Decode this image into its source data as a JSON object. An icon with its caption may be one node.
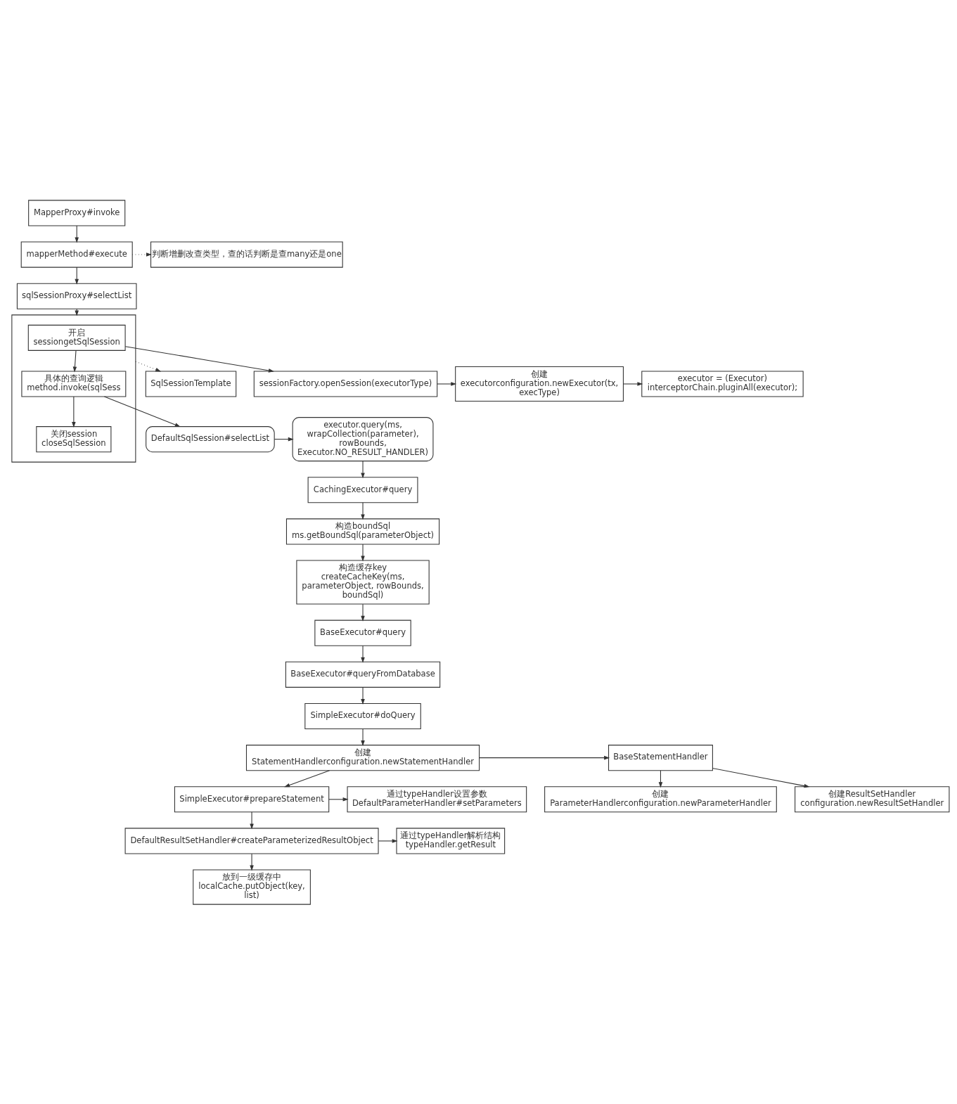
{
  "diagram": {
    "nodes": [
      {
        "text": [
          "MapperProxy#invoke"
        ]
      },
      {
        "text": [
          "mapperMethod#execute"
        ]
      },
      {
        "text": [
          "判断增删改查类型，查的话判断是查many还是one"
        ]
      },
      {
        "text": [
          "sqlSessionProxy#selectList"
        ]
      },
      {
        "text": [],
        "shape": "box"
      },
      {
        "text": [
          "开启",
          "sessiongetSqlSession"
        ],
        "in": 4
      },
      {
        "text": [
          "具体的查询逻辑",
          "method.invoke(sqlSess"
        ],
        "in": 4
      },
      {
        "text": [
          "关闭session",
          "closeSqlSession"
        ],
        "in": 4
      },
      {
        "text": [
          "SqlSessionTemplate"
        ]
      },
      {
        "text": [
          "sessionFactory.openSession(executorType)"
        ]
      },
      {
        "text": [
          "创建",
          "executorconfiguration.newExecutor(tx, execType)"
        ]
      },
      {
        "text": [
          "executor = (Executor) interceptorChain.pluginAll(executor);"
        ]
      },
      {
        "text": [
          "DefaultSqlSession#selectList"
        ]
      },
      {
        "text": [
          "executor.query(ms, wrapCollection(parameter), rowBounds, Executor.NO_RESULT_HANDLER)"
        ]
      },
      {
        "text": [
          "CachingExecutor#query"
        ]
      },
      {
        "text": [
          "构造boundSql",
          "ms.getBoundSql(parameterObject)"
        ]
      },
      {
        "text": [
          "构造缓存key",
          "createCacheKey(ms, parameterObject, rowBounds, boundSql)"
        ]
      },
      {
        "text": [
          "BaseExecutor#query"
        ]
      },
      {
        "text": [
          "BaseExecutor#queryFromDatabase"
        ]
      },
      {
        "text": [
          "SimpleExecutor#doQuery"
        ]
      },
      {
        "text": [
          "创建",
          "StatementHandlerconfiguration.newStatementHandler"
        ]
      },
      {
        "text": [
          "BaseStatementHandler"
        ]
      },
      {
        "text": [
          "创建",
          "ParameterHandlerconfiguration.newParameterHandler"
        ]
      },
      {
        "text": [
          "创建ResultSetHandler",
          "configuration.newResultSetHandler"
        ]
      },
      {
        "text": [
          "SimpleExecutor#prepareStatement"
        ]
      },
      {
        "text": [
          "通过typeHandler设置参数",
          "DefaultParameterHandler#setParameters"
        ]
      },
      {
        "text": [
          "DefaultResultSetHandler#createParameterizedResultObject"
        ]
      },
      {
        "text": [
          "通过typeHandler解析结构",
          "typeHandler.getResult"
        ]
      },
      {
        "text": [
          "放到一级缓存中",
          "localCache.putObject(key, list)"
        ]
      }
    ],
    "edges": [
      {
        "from": 0,
        "to": 1,
        "arrow": "to"
      },
      {
        "from": 1,
        "to": 2,
        "arrow": "to",
        "style": "dashed"
      },
      {
        "from": 1,
        "to": 3,
        "arrow": "to"
      },
      {
        "from": 3,
        "to": 4,
        "arrow": "to"
      },
      {
        "from": 5,
        "to": 9,
        "arrow": "to"
      },
      {
        "from": 5,
        "to": 6,
        "arrow": "to"
      },
      {
        "from": 6,
        "to": 7,
        "arrow": "to"
      },
      {
        "from": 4,
        "to": 8,
        "arrow": "to",
        "style": "dashed"
      },
      {
        "from": 9,
        "to": 10,
        "arrow": "to"
      },
      {
        "from": 10,
        "to": 11,
        "arrow": "to"
      },
      {
        "from": 6,
        "to": 12,
        "arrow": "to"
      },
      {
        "from": 12,
        "to": 13,
        "arrow": "to"
      },
      {
        "from": 13,
        "to": 14,
        "arrow": "to"
      },
      {
        "from": 14,
        "to": 15,
        "arrow": "to"
      },
      {
        "from": 15,
        "to": 16,
        "arrow": "to"
      },
      {
        "from": 16,
        "to": 17,
        "arrow": "to"
      },
      {
        "from": 17,
        "to": 18,
        "arrow": "to"
      },
      {
        "from": 18,
        "to": 19,
        "arrow": "to"
      },
      {
        "from": 19,
        "to": 20,
        "arrow": "to"
      },
      {
        "from": 20,
        "to": 21,
        "arrow": "to"
      },
      {
        "from": 21,
        "to": 22,
        "arrow": "to"
      },
      {
        "from": 21,
        "to": 23,
        "arrow": "to"
      },
      {
        "from": 20,
        "to": 24,
        "arrow": "to"
      },
      {
        "from": 24,
        "to": 25,
        "arrow": "to"
      },
      {
        "from": 24,
        "to": 26,
        "arrow": "to"
      },
      {
        "from": 26,
        "to": 27,
        "arrow": "to"
      },
      {
        "from": 26,
        "to": 28,
        "arrow": "to"
      }
    ]
  }
}
